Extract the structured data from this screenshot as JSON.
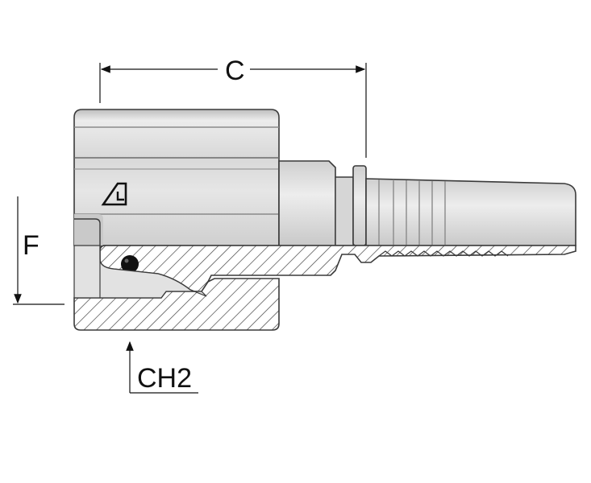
{
  "dimensions": {
    "c_label": "C",
    "f_label": "F",
    "ch2_label": "CH2"
  },
  "colors": {
    "steel_light": "#e4e4e4",
    "steel_mid": "#cfcfcf",
    "steel_dark": "#a8a8a8",
    "outline": "#3a3a3a",
    "hatch": "#444444",
    "oring": "#111111"
  },
  "icons": {
    "logo": "manufacturer-logo-icon"
  }
}
